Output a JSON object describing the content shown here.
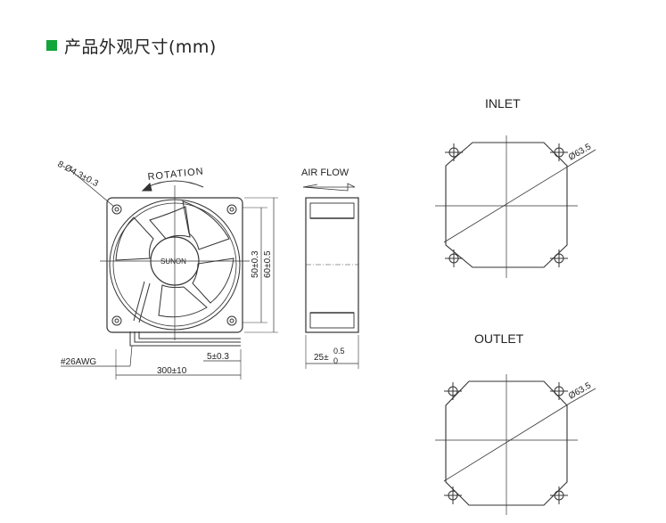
{
  "header": {
    "title": "产品外观尺寸(mm)",
    "accent_color": "#12a539",
    "icon": "green-square-icon"
  },
  "front_view": {
    "rotation_label": "ROTATION",
    "hole_label": "8-Ø4.3±0.3",
    "brand_label": "SUNON",
    "wire_gauge": "#26AWG",
    "wire_length": "300±10",
    "strip_length": "5±0.3",
    "inner_dim": "50±0.3",
    "outer_dim": "60±0.5"
  },
  "side_view": {
    "airflow_label": "AIR FLOW",
    "thickness_base": "25±",
    "thickness_upper": "0.5",
    "thickness_lower": "0"
  },
  "inlet_view": {
    "title": "INLET",
    "diameter": "Ø63.5"
  },
  "outlet_view": {
    "title": "OUTLET",
    "diameter": "Ø63.5"
  }
}
